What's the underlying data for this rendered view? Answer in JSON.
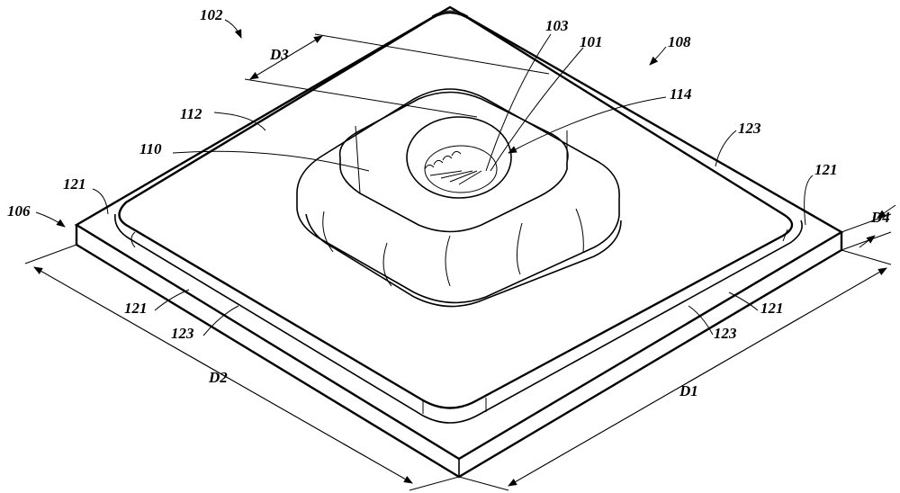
{
  "figure": {
    "labels": {
      "l102": "102",
      "l108": "108",
      "d3": "D3",
      "l103": "103",
      "l101": "101",
      "l114": "114",
      "l112": "112",
      "l123a": "123",
      "l110": "110",
      "l121a": "121",
      "l121b": "121",
      "d4": "D4",
      "l106": "106",
      "l121c": "121",
      "l123b": "123",
      "l121d": "121",
      "l123c": "123",
      "d2": "D2",
      "d1": "D1"
    }
  }
}
